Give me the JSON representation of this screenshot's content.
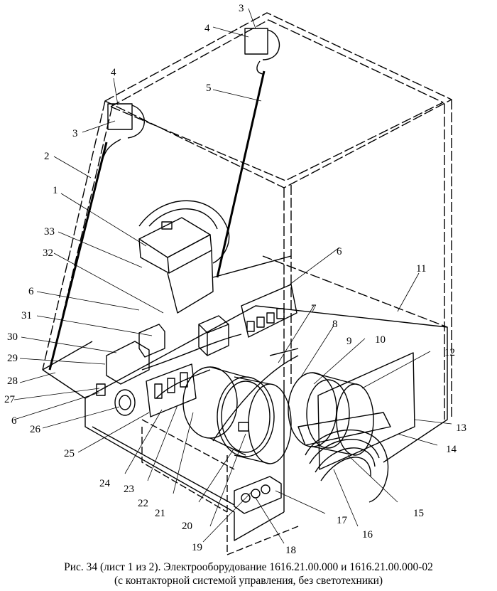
{
  "figure": {
    "caption_line1": "Рис. 34 (лист 1 из 2). Электрооборудование 1616.21.00.000 и 1616.21.00.000-02",
    "caption_line2": "(с контакторной системой управления, без светотехники)"
  },
  "callouts": [
    "1",
    "2",
    "3",
    "3",
    "4",
    "4",
    "5",
    "6",
    "6",
    "6",
    "7",
    "8",
    "9",
    "10",
    "11",
    "12",
    "13",
    "14",
    "15",
    "16",
    "17",
    "18",
    "19",
    "20",
    "21",
    "22",
    "23",
    "24",
    "25",
    "26",
    "27",
    "28",
    "29",
    "30",
    "31",
    "32",
    "33"
  ]
}
